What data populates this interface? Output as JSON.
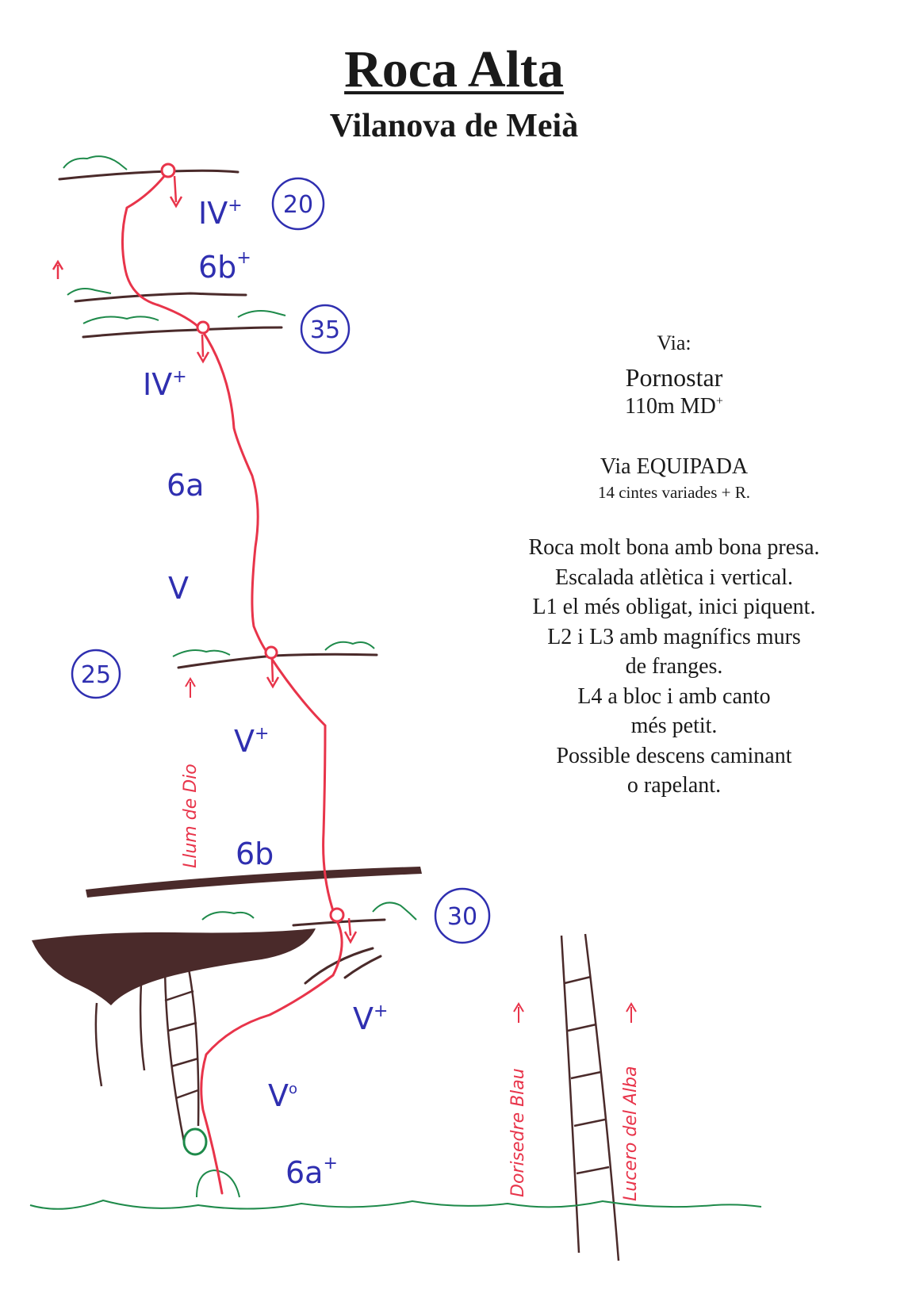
{
  "title": "Roca Alta",
  "subtitle": "Vilanova de Meià",
  "route": {
    "label": "Via:",
    "name": "Pornostar",
    "length": "110m MD",
    "length_sup": "+",
    "equipment": "Via EQUIPADA",
    "quickdraws": "14 cintes variades + R."
  },
  "description": [
    "Roca molt bona amb bona presa.",
    "Escalada atlètica i vertical.",
    "L1 el més obligat, inici piquent.",
    "L2 i L3 amb magnífics murs",
    "de franges.",
    "L4 a bloc i amb canto",
    "més petit.",
    "Possible descens caminant",
    "o rapelant."
  ],
  "pitch_lengths": [
    "20",
    "35",
    "25",
    "30"
  ],
  "grades": {
    "p4_upper": "IV",
    "p4_upper_sup": "+",
    "p4_lower": "6b",
    "p4_lower_sup": "+",
    "p3_top": "IV",
    "p3_top_sup": "+",
    "p3_mid": "6a",
    "p3_low": "V",
    "p2_upper": "V",
    "p2_upper_sup": "+",
    "p2_lower": "6b",
    "p1_upper": "V",
    "p1_upper_sup": "+",
    "p1_mid": "V",
    "p1_mid_sup": "o",
    "p1_low": "6a",
    "p1_low_sup": "+"
  },
  "neighbour_routes": [
    "Llum de Dio",
    "Dorisedre Blau",
    "Lucero del Alba"
  ],
  "colors": {
    "route_line": "#e8344a",
    "grade_ink": "#2f2fb0",
    "rock_ink": "#4a2a2a",
    "grass_ink": "#1e8a4a",
    "neighbour_ink": "#e8344a"
  }
}
